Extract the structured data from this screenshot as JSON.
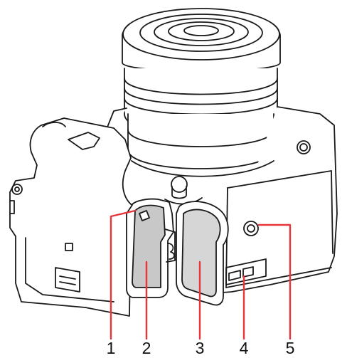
{
  "callouts": [
    {
      "label": "1"
    },
    {
      "label": "2"
    },
    {
      "label": "3"
    },
    {
      "label": "4"
    },
    {
      "label": "5"
    }
  ],
  "colors": {
    "line": "#1a1a1a",
    "body_fill": "#ffffff",
    "compartment_fill": "#c8c8c8",
    "door_fill": "#d6d6d6",
    "leader": "#e8343b"
  }
}
